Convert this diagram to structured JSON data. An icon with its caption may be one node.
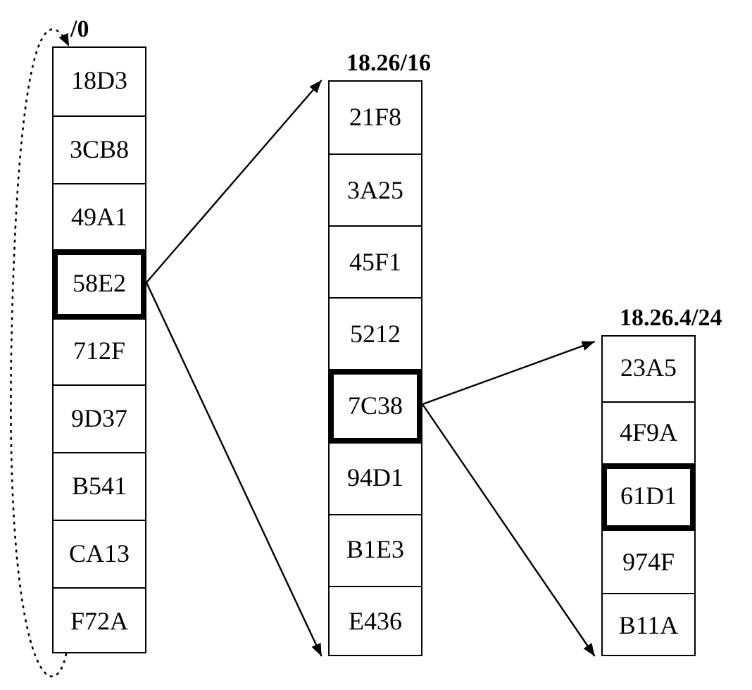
{
  "diagram": {
    "nodes": [
      {
        "text": [
          "/0"
        ]
      },
      {
        "text": [
          "18D3"
        ],
        "in": 0
      },
      {
        "text": [
          "3CB8"
        ],
        "in": 0
      },
      {
        "text": [
          "49A1"
        ],
        "in": 0
      },
      {
        "text": [
          "58E2"
        ],
        "in": 0
      },
      {
        "text": [
          "712F"
        ],
        "in": 0
      },
      {
        "text": [
          "9D37"
        ],
        "in": 0
      },
      {
        "text": [
          "B541"
        ],
        "in": 0
      },
      {
        "text": [
          "CA13"
        ],
        "in": 0
      },
      {
        "text": [
          "F72A"
        ],
        "in": 0
      },
      {
        "text": [
          "18.26/16"
        ]
      },
      {
        "text": [
          "21F8"
        ],
        "in": 10
      },
      {
        "text": [
          "3A25"
        ],
        "in": 10
      },
      {
        "text": [
          "45F1"
        ],
        "in": 10
      },
      {
        "text": [
          "5212"
        ],
        "in": 10
      },
      {
        "text": [
          "7C38"
        ],
        "in": 10
      },
      {
        "text": [
          "94D1"
        ],
        "in": 10
      },
      {
        "text": [
          "B1E3"
        ],
        "in": 10
      },
      {
        "text": [
          "E436"
        ],
        "in": 10
      },
      {
        "text": [
          "18.26.4/24"
        ]
      },
      {
        "text": [
          "23A5"
        ],
        "in": 19
      },
      {
        "text": [
          "4F9A"
        ],
        "in": 19
      },
      {
        "text": [
          "61D1"
        ],
        "in": 19
      },
      {
        "text": [
          "974F"
        ],
        "in": 19
      },
      {
        "text": [
          "B11A"
        ],
        "in": 19
      }
    ],
    "edges": [
      {
        "from": 9,
        "to": 1,
        "arrow": "to",
        "style": "dashed"
      },
      {
        "from": 4,
        "to": 10,
        "arrow": "to"
      },
      {
        "from": 4,
        "to": 10,
        "arrow": "to"
      },
      {
        "from": 15,
        "to": 19,
        "arrow": "to"
      },
      {
        "from": 15,
        "to": 19,
        "arrow": "to"
      }
    ]
  }
}
